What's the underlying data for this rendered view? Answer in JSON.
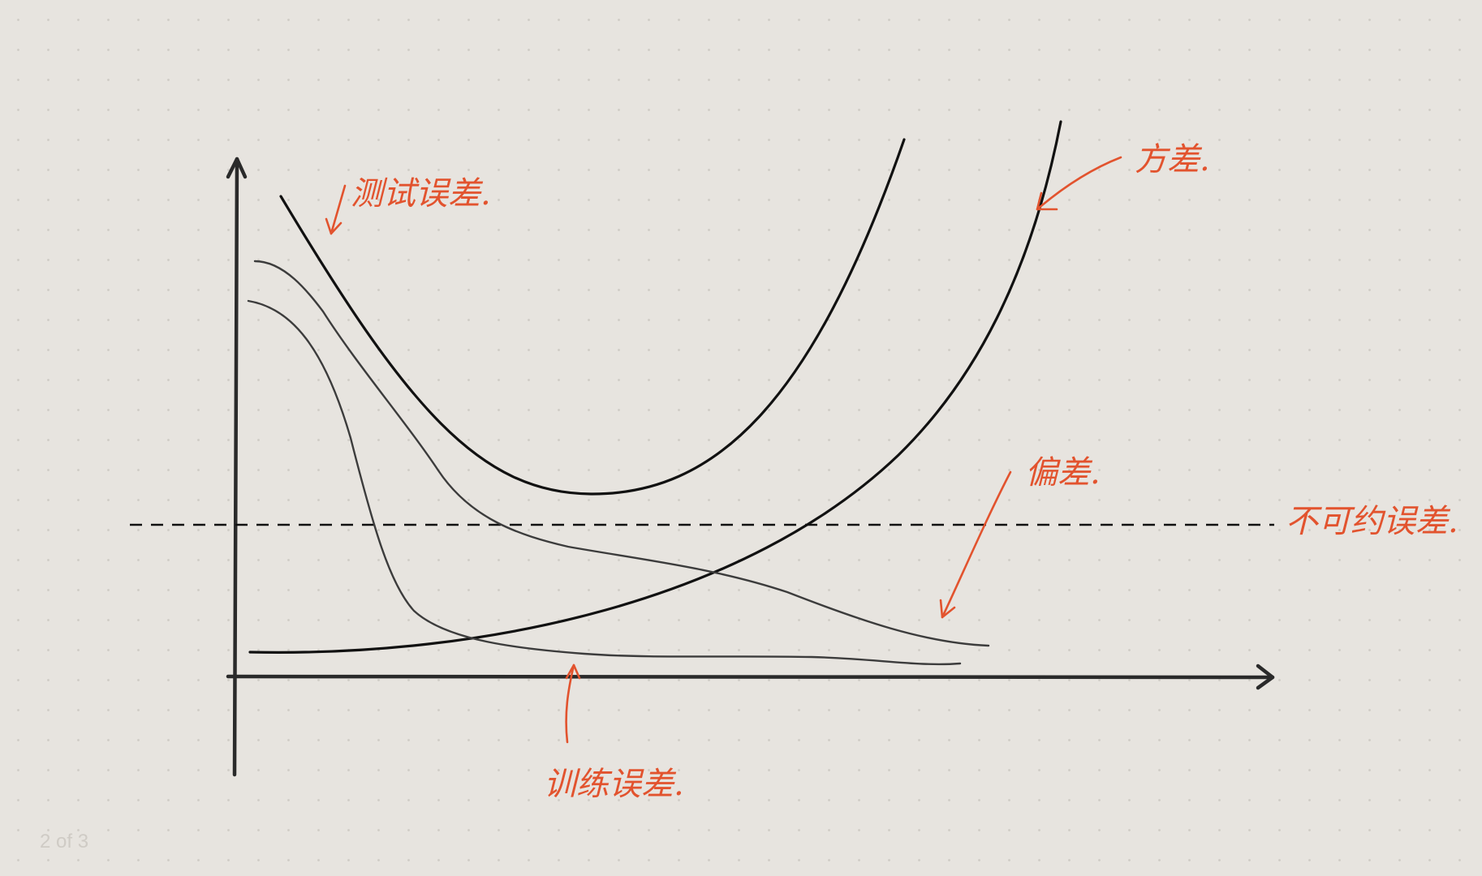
{
  "annotations": {
    "test_error": "测试误差.",
    "variance": "方差.",
    "bias": "偏差.",
    "irreducible_error": "不可约误差.",
    "train_error": "训练误差."
  },
  "page_indicator": "2 of 3",
  "colors": {
    "ink": "#111111",
    "annotation": "#e2532e",
    "paper": "#e7e4df"
  }
}
